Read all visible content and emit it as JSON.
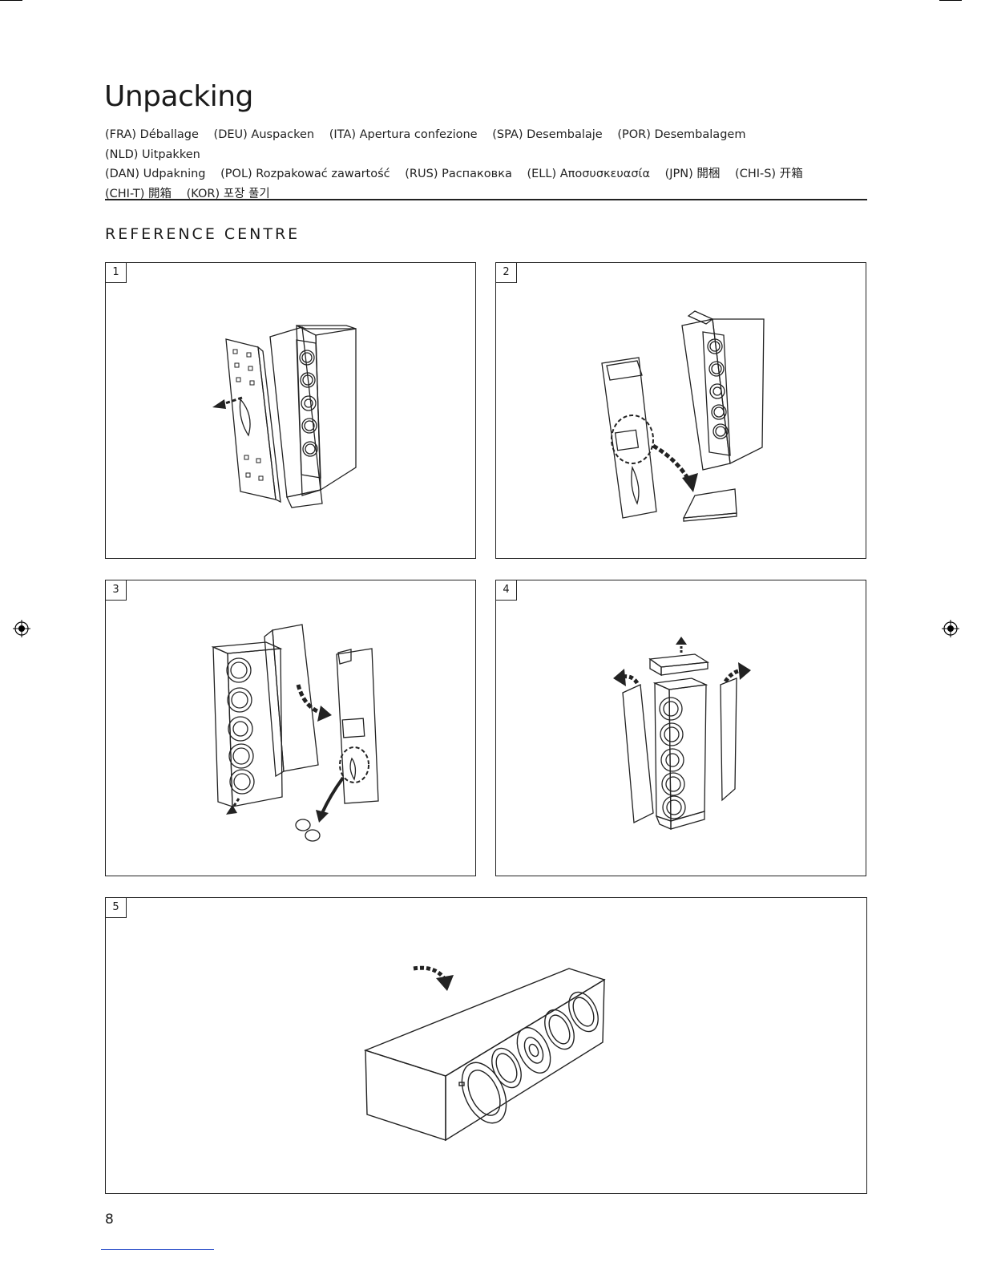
{
  "page": {
    "title": "Unpacking",
    "translations": [
      "(FRA) Déballage",
      "(DEU) Auspacken",
      "(ITA) Apertura confezione",
      "(SPA) Desembalaje",
      "(POR) Desembalagem",
      "(NLD) Uitpakken",
      "(DAN) Udpakning",
      "(POL) Rozpakować zawartość",
      "(RUS) Распаковка",
      "(ELL) Αποσυσκευασία",
      "(JPN) 開梱",
      "(CHI-S) 开箱",
      "(CHI-T) 開箱",
      "(KOR) 포장 풀기"
    ],
    "section_title": "REFERENCE CENTRE",
    "steps": [
      {
        "number": "1"
      },
      {
        "number": "2"
      },
      {
        "number": "3"
      },
      {
        "number": "4"
      },
      {
        "number": "5"
      }
    ],
    "page_number": "8"
  }
}
